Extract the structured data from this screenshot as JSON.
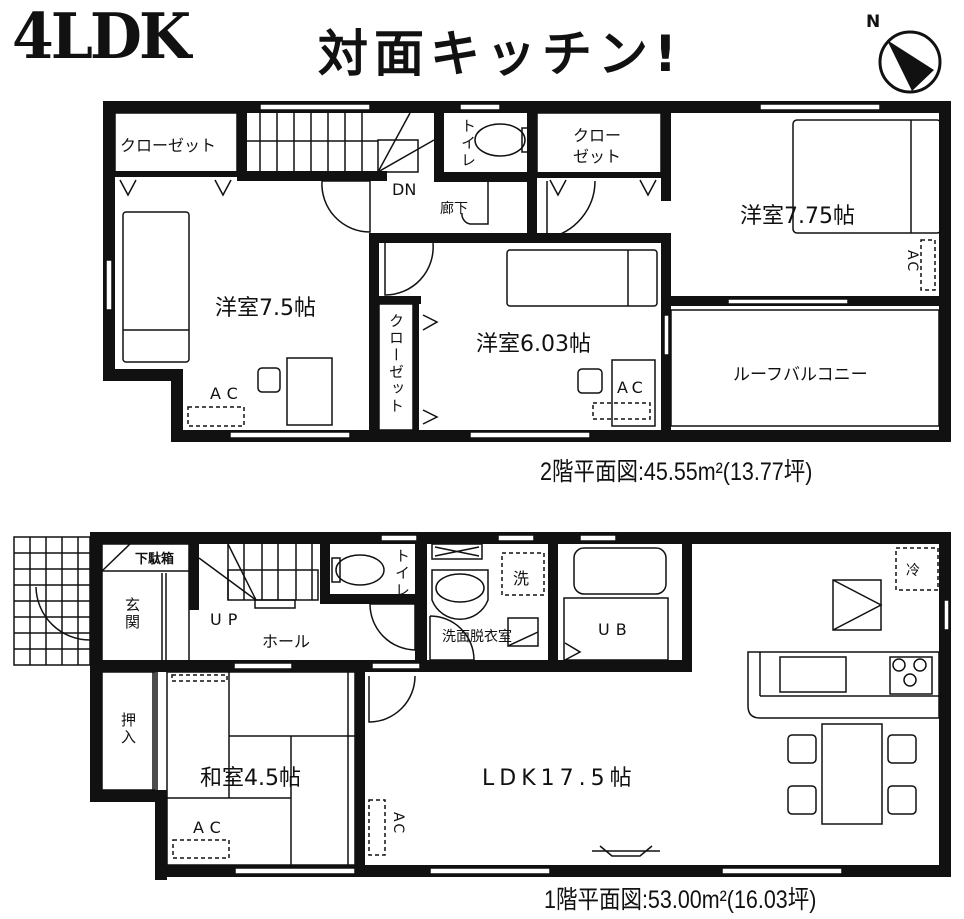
{
  "header": {
    "layout_type": "4LDK",
    "catchphrase": "対面キッチン!",
    "compass_label": "N"
  },
  "floor2": {
    "area_label": "2階平面図:45.55m²(13.77坪)",
    "rooms": {
      "closet_left": "クローゼット",
      "toilet": "トイレ",
      "closet_top": "クロー\nゼット",
      "closet_top_line1": "クロー",
      "closet_top_line2": "ゼット",
      "stairs_dn": "DN",
      "corridor": "廊下",
      "western_room_left": "洋室7.5帖",
      "western_room_center": "洋室6.03帖",
      "western_room_right": "洋室7.75帖",
      "closet_vertical": "クローゼット",
      "roof_balcony": "ルーフバルコニー",
      "ac_label": "AC"
    }
  },
  "floor1": {
    "area_label": "1階平面図:53.00m²(16.03坪)",
    "rooms": {
      "shoe_box": "下駄箱",
      "entrance": "玄関",
      "stairs_up": "UP",
      "hall": "ホール",
      "toilet": "トイレ",
      "washer": "洗",
      "washroom": "洗面脱衣室",
      "unit_bath": "UB",
      "fridge": "冷",
      "storage": "押入",
      "japanese_room": "和室4.5帖",
      "ldk": "LDK17.5帖",
      "ac_label": "AC"
    }
  },
  "colors": {
    "wall": "#111111",
    "background": "#ffffff"
  }
}
